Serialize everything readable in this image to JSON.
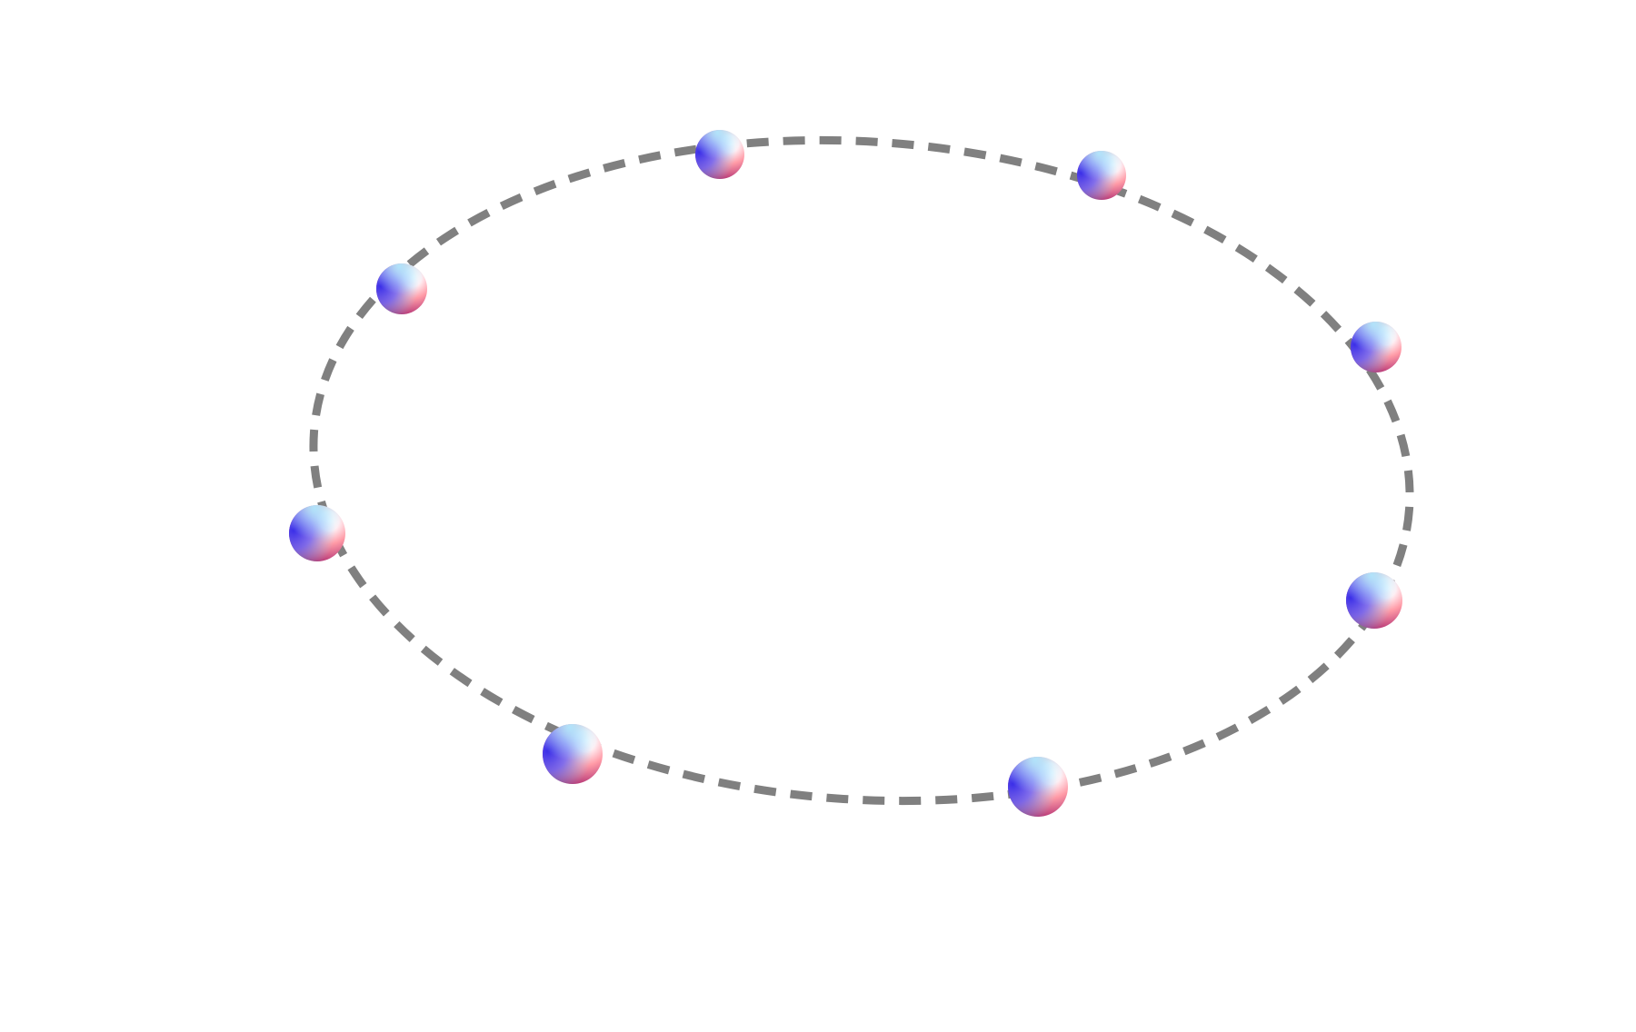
{
  "diagram": {
    "type": "ring-of-spheres",
    "sphere_count": 8,
    "ring_style": "dashed",
    "colors": {
      "background": "#ffffff",
      "ring": "#808080",
      "sphere_highlight": "#ffffff",
      "sphere_light_blue": "#8fd8ff",
      "sphere_blue": "#4a3df0",
      "sphere_pink": "#ff9aa6",
      "sphere_shadow": "#8a1f4a"
    }
  }
}
